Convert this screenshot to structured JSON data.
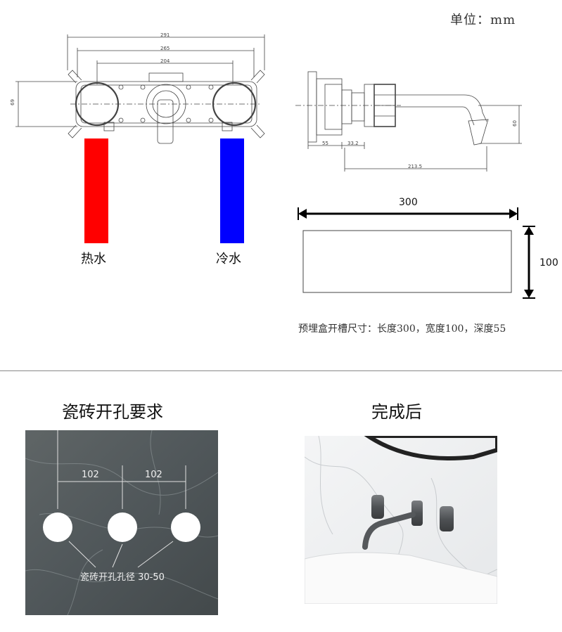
{
  "header": {
    "unit_label": "单位：mm"
  },
  "front_view": {
    "dims": {
      "overall": "291",
      "mid": "265",
      "inner": "204",
      "height": "69"
    },
    "hot_label": "热水",
    "cold_label": "冷水",
    "colors": {
      "hot": "#ff0000",
      "cold": "#0000ff"
    }
  },
  "side_view": {
    "dims": {
      "d55": "55",
      "d33": "33.2",
      "d213": "213.5",
      "d60": "60"
    }
  },
  "box": {
    "width_label": "300",
    "height_label": "100",
    "note": "预埋盒开槽尺寸：长度300，宽度100，深度55"
  },
  "tile_section": {
    "title": "瓷砖开孔要求",
    "spacing_left": "102",
    "spacing_right": "102",
    "hole_caption": "瓷砖开孔孔径  30-50"
  },
  "finished_section": {
    "title": "完成后"
  }
}
